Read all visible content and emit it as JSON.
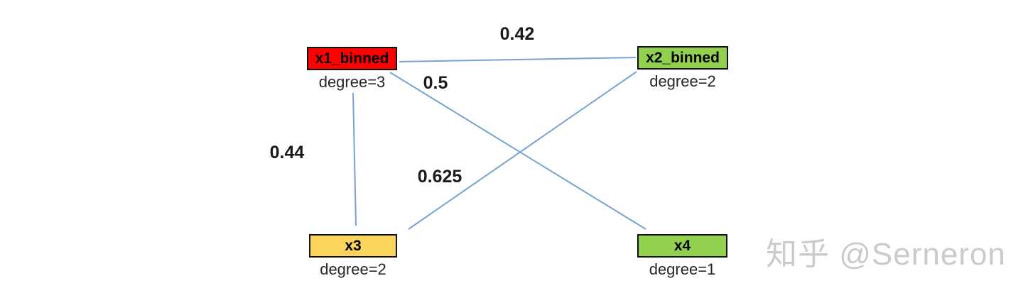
{
  "diagram": {
    "type": "undirected-graph",
    "edge_color": "#78a2d4",
    "nodes": [
      {
        "id": "x1_binned",
        "label": "x1_binned",
        "degree_label": "degree=3",
        "degree": 3,
        "fill": "#fe0000"
      },
      {
        "id": "x2_binned",
        "label": "x2_binned",
        "degree_label": "degree=2",
        "degree": 2,
        "fill": "#92d050"
      },
      {
        "id": "x3",
        "label": "x3",
        "degree_label": "degree=2",
        "degree": 2,
        "fill": "#fbd45c"
      },
      {
        "id": "x4",
        "label": "x4",
        "degree_label": "degree=1",
        "degree": 1,
        "fill": "#92d050"
      }
    ],
    "edges": [
      {
        "from": "x1_binned",
        "to": "x2_binned",
        "weight": "0.42"
      },
      {
        "from": "x1_binned",
        "to": "x3",
        "weight": "0.44"
      },
      {
        "from": "x1_binned",
        "to": "x4",
        "weight": "0.5"
      },
      {
        "from": "x2_binned",
        "to": "x3",
        "weight": "0.625"
      }
    ]
  },
  "watermark": {
    "text": "知乎 @Serneron"
  }
}
